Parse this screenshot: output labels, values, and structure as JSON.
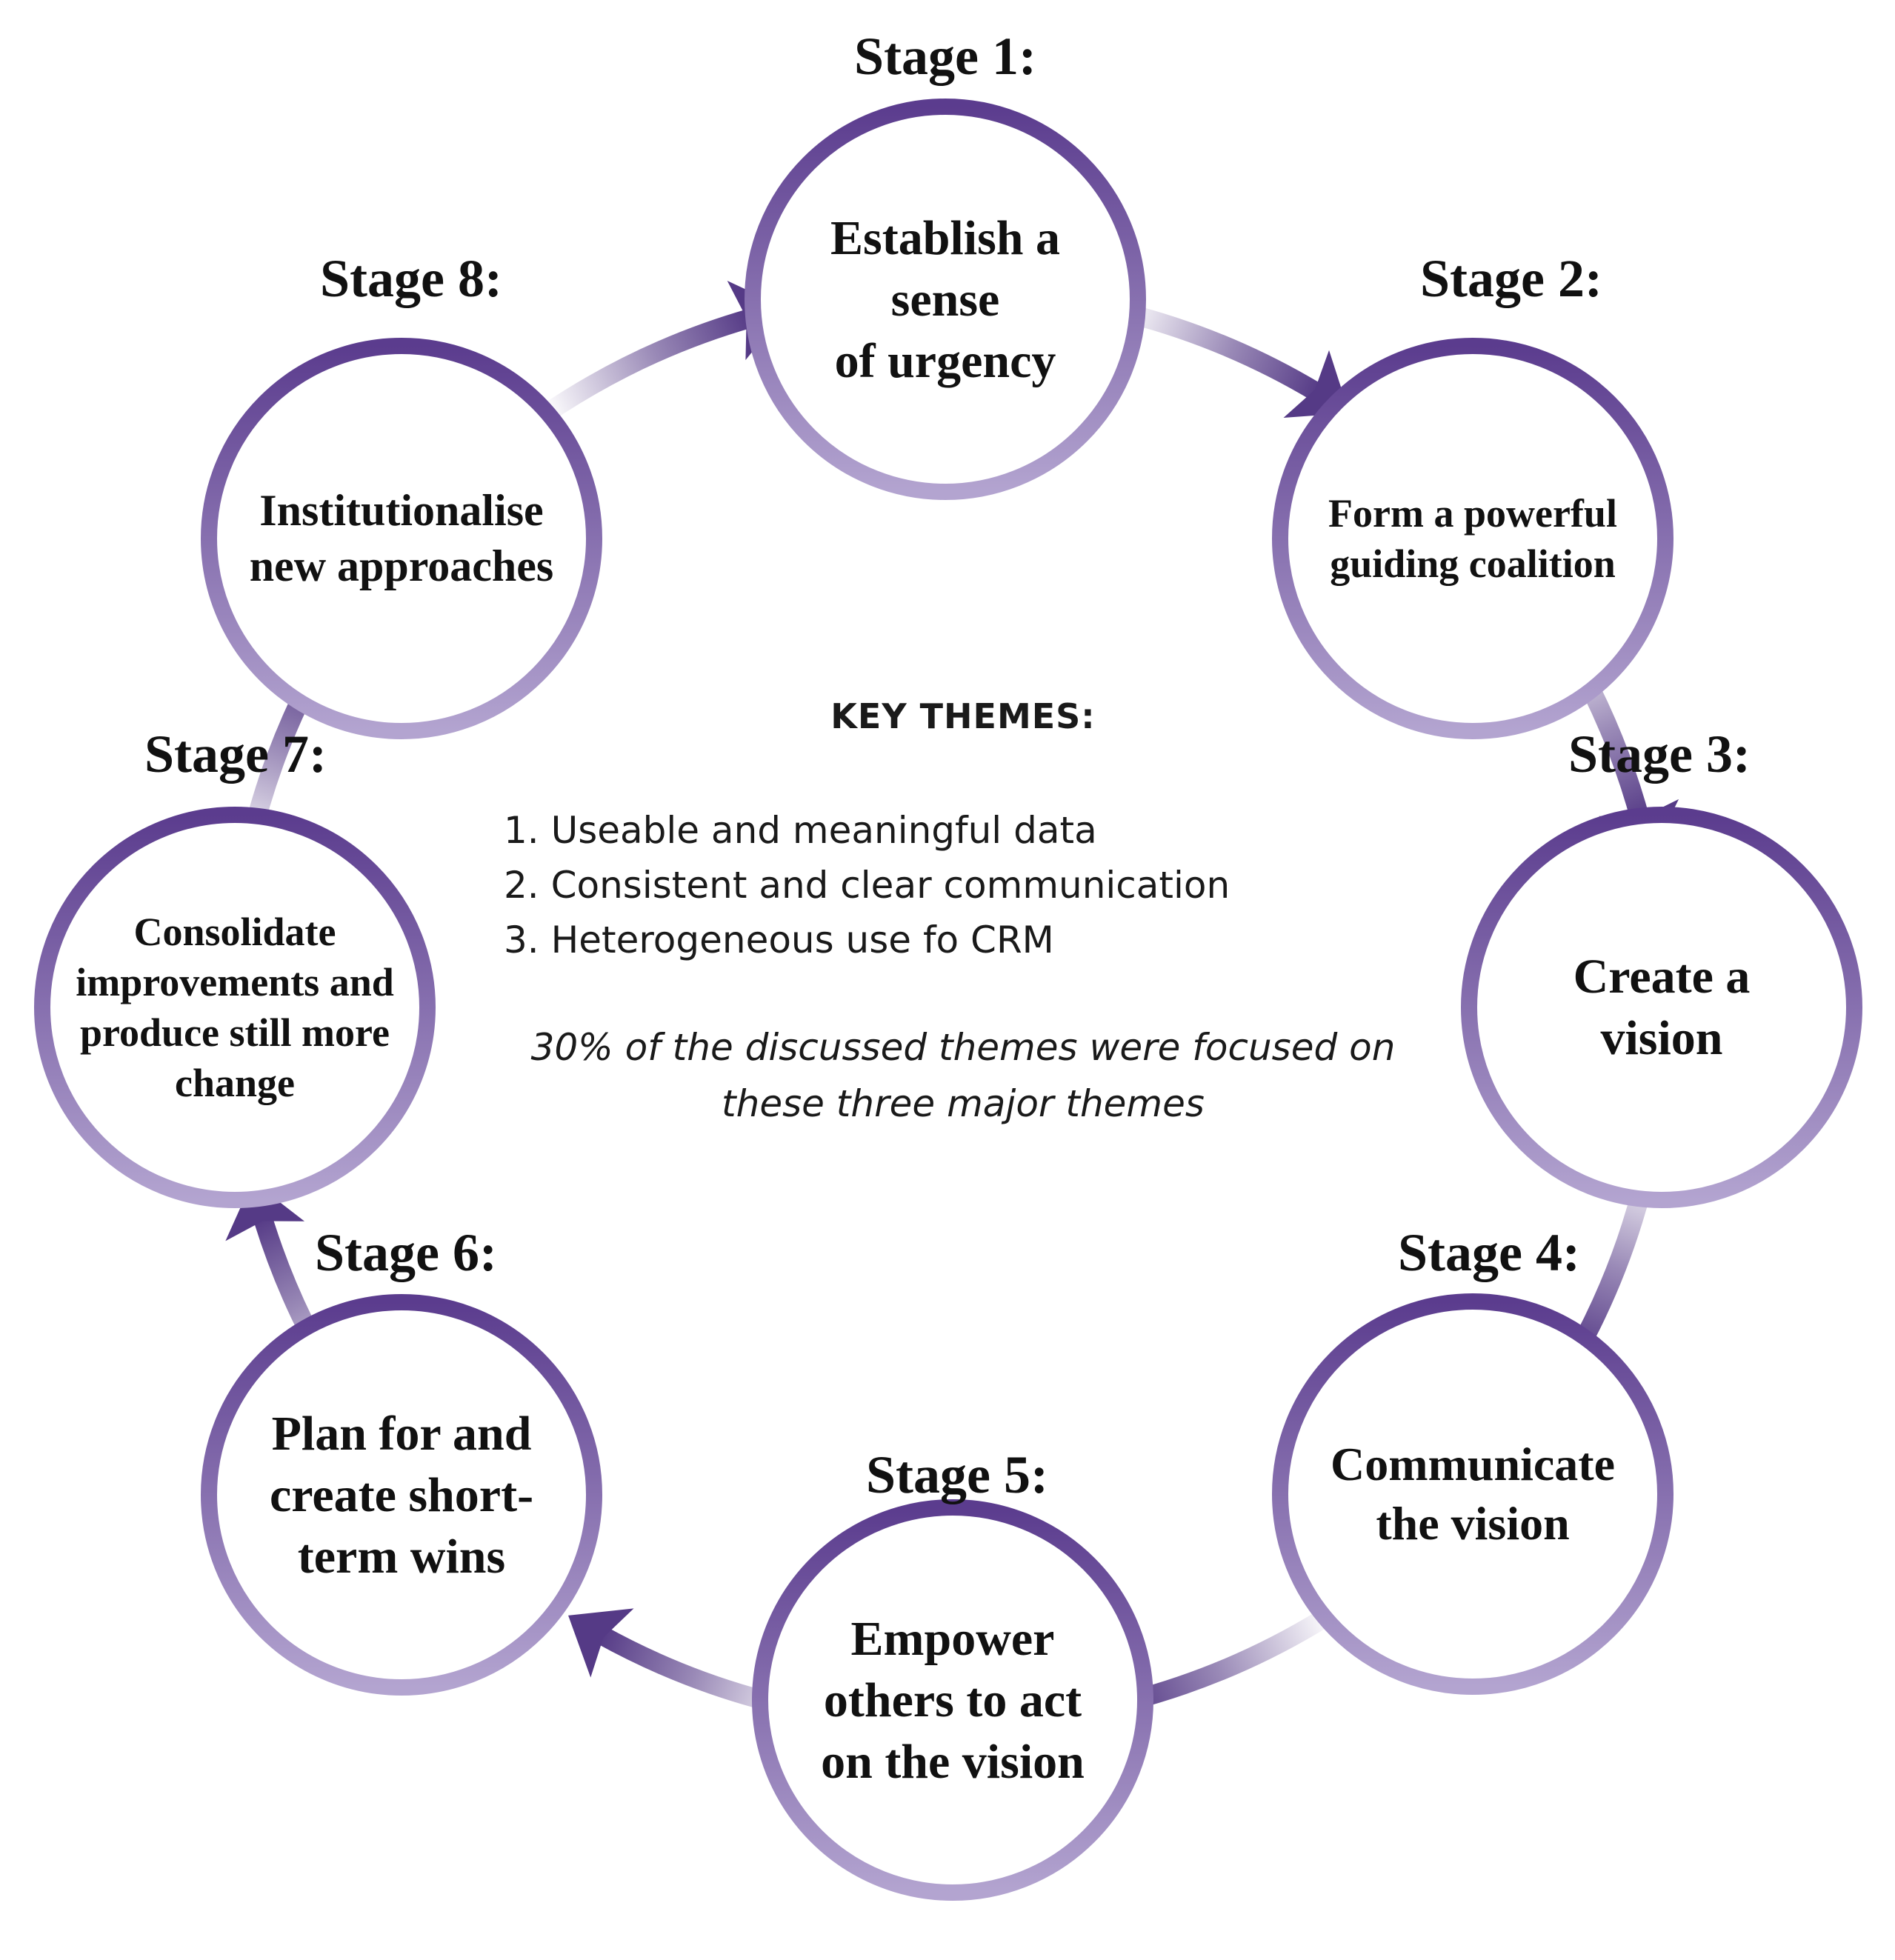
{
  "colors": {
    "ring": "#5b3c8e",
    "ring_light": "#b3a4d0",
    "arrow": "#553a86",
    "text": "#111111"
  },
  "stages": [
    {
      "label": "Stage 1:",
      "lines": [
        "Establish a",
        "sense",
        "of urgency"
      ]
    },
    {
      "label": "Stage 2:",
      "lines": [
        "Form a powerful",
        "guiding coalition"
      ]
    },
    {
      "label": "Stage 3:",
      "lines": [
        "Create a",
        "vision"
      ]
    },
    {
      "label": "Stage 4:",
      "lines": [
        "Communicate",
        "the vision"
      ]
    },
    {
      "label": "Stage 5:",
      "lines": [
        "Empower",
        "others to act",
        "on the vision"
      ]
    },
    {
      "label": "Stage 6:",
      "lines": [
        "Plan for and",
        "create short-",
        "term wins"
      ]
    },
    {
      "label": "Stage 7:",
      "lines": [
        "Consolidate",
        "improvements and",
        "produce still more",
        "change"
      ]
    },
    {
      "label": "Stage 8:",
      "lines": [
        "Institutionalise",
        "new approaches"
      ]
    }
  ],
  "key_themes": {
    "title": "KEY THEMES:",
    "items": [
      "1. Useable and meaningful data",
      "2. Consistent and clear communication",
      "3. Heterogeneous use fo CRM"
    ],
    "note": "30% of the discussed themes were focused on these three major themes"
  }
}
